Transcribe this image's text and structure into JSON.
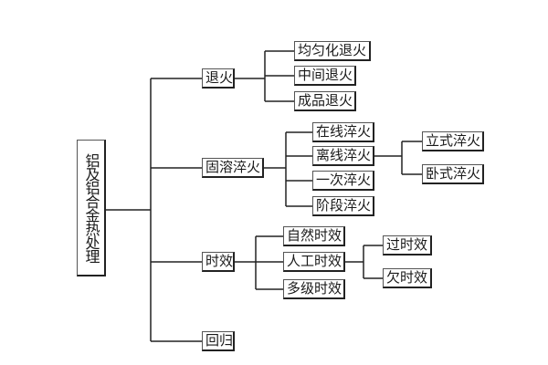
{
  "diagram": {
    "root": "铝及铝合金热处理",
    "branches": [
      {
        "label": "退火",
        "children": [
          "均匀化退火",
          "中间退火",
          "成品退火"
        ]
      },
      {
        "label": "固溶淬火",
        "children": [
          "在线淬火",
          "离线淬火",
          "一次淬火",
          "阶段淬火"
        ],
        "离线淬火_children": [
          "立式淬火",
          "卧式淬火"
        ]
      },
      {
        "label": "时效",
        "children": [
          "自然时效",
          "人工时效",
          "多级时效"
        ],
        "人工时效_children": [
          "过时效",
          "欠时效"
        ]
      },
      {
        "label": "回归",
        "children": []
      }
    ]
  },
  "colors": {
    "line": "#222222",
    "box_border": "#222222",
    "text": "#1a1a1a"
  }
}
